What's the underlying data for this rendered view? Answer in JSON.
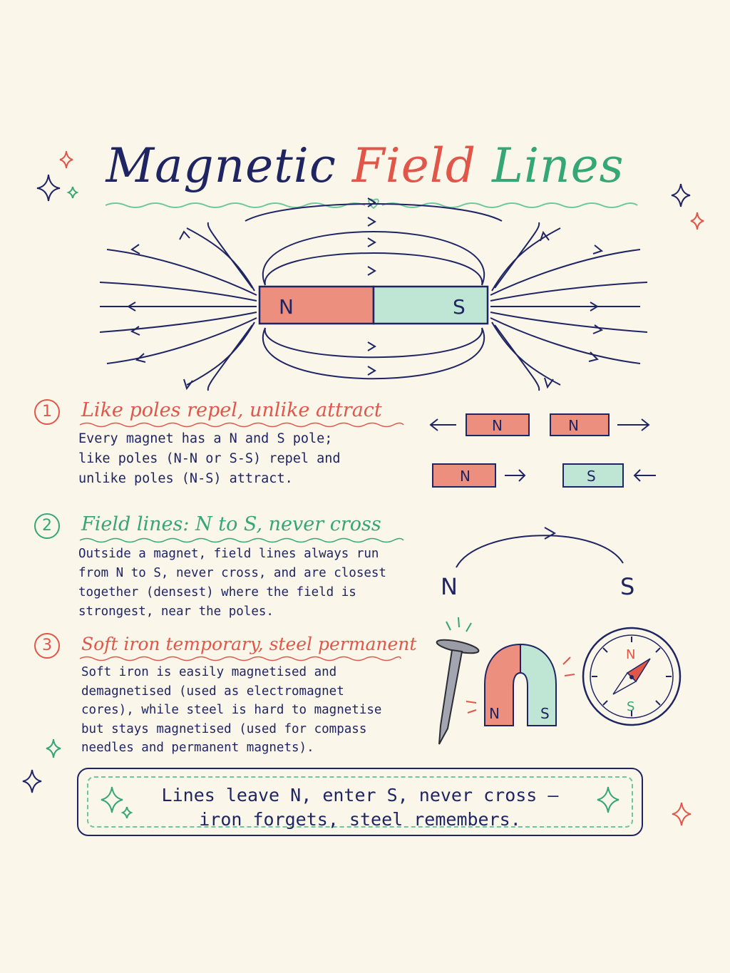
{
  "title": {
    "word1": "Magnetic",
    "word2": "Field",
    "word3": "Lines"
  },
  "bar_magnet": {
    "north": "N",
    "south": "S"
  },
  "sections": [
    {
      "number": "1",
      "heading": "Like poles repel, unlike attract",
      "body": [
        "Every magnet has a N and S pole;",
        "like poles (N-N or S-S) repel and",
        "unlike poles (N-S) attract."
      ]
    },
    {
      "number": "2",
      "heading": "Field lines: N to S, never cross",
      "body": [
        "Outside a magnet, field lines always run",
        "from N to S, never cross, and are closest",
        "together (densest) where the field is",
        "strongest, near the poles."
      ]
    },
    {
      "number": "3",
      "heading": "Soft iron temporary, steel permanent",
      "body": [
        "Soft iron is easily magnetised and",
        "demagnetised (used as electromagnet",
        "cores), while steel is hard to magnetise",
        "but stays magnetised (used for compass",
        "needles and permanent magnets)."
      ]
    }
  ],
  "repel_diagram": {
    "left": "N",
    "right": "N"
  },
  "attract_diagram": {
    "left": "N",
    "right": "S"
  },
  "arc_diagram": {
    "start": "N",
    "end": "S"
  },
  "horseshoe": {
    "north": "N",
    "south": "S"
  },
  "compass": {
    "north": "N",
    "south": "S"
  },
  "summary": {
    "line1": "Lines leave N, enter S, never cross —",
    "line2": "iron forgets, steel remembers."
  },
  "colors": {
    "ink": "#1f2563",
    "red": "#e0574a",
    "green": "#35a676",
    "paper": "#fbf6ea"
  }
}
